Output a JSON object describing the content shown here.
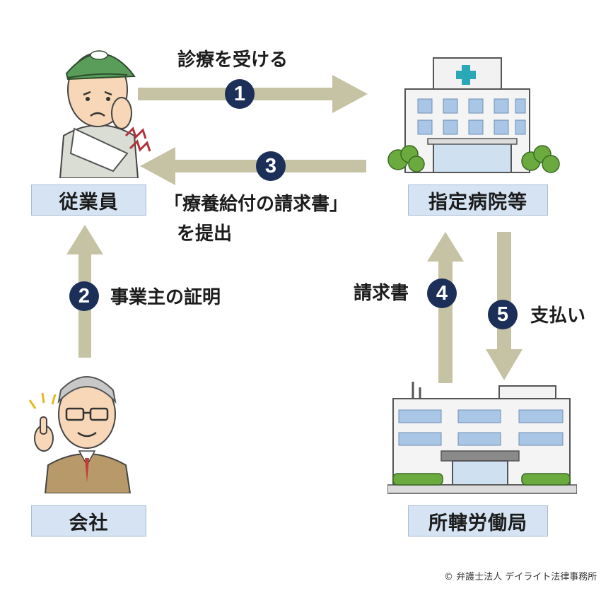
{
  "nodes": {
    "employee": "従業員",
    "hospital": "指定病院等",
    "company": "会社",
    "labor_office": "所轄労働局"
  },
  "steps": {
    "s1": {
      "num": "1",
      "label": "診療を受ける"
    },
    "s2": {
      "num": "2",
      "label": "事業主の証明"
    },
    "s3": {
      "num": "3",
      "label_line1": "「療養給付の請求書」",
      "label_line2": "を提出"
    },
    "s4": {
      "num": "4",
      "label": "請求書"
    },
    "s5": {
      "num": "5",
      "label": "支払い"
    }
  },
  "copyright": "© 弁護士法人 デイライト法律事務所",
  "colors": {
    "arrow": "#c6c3a5",
    "badge": "#1b2f58",
    "box_fill": "#d5e3f3",
    "box_border": "#a8bcd6"
  }
}
